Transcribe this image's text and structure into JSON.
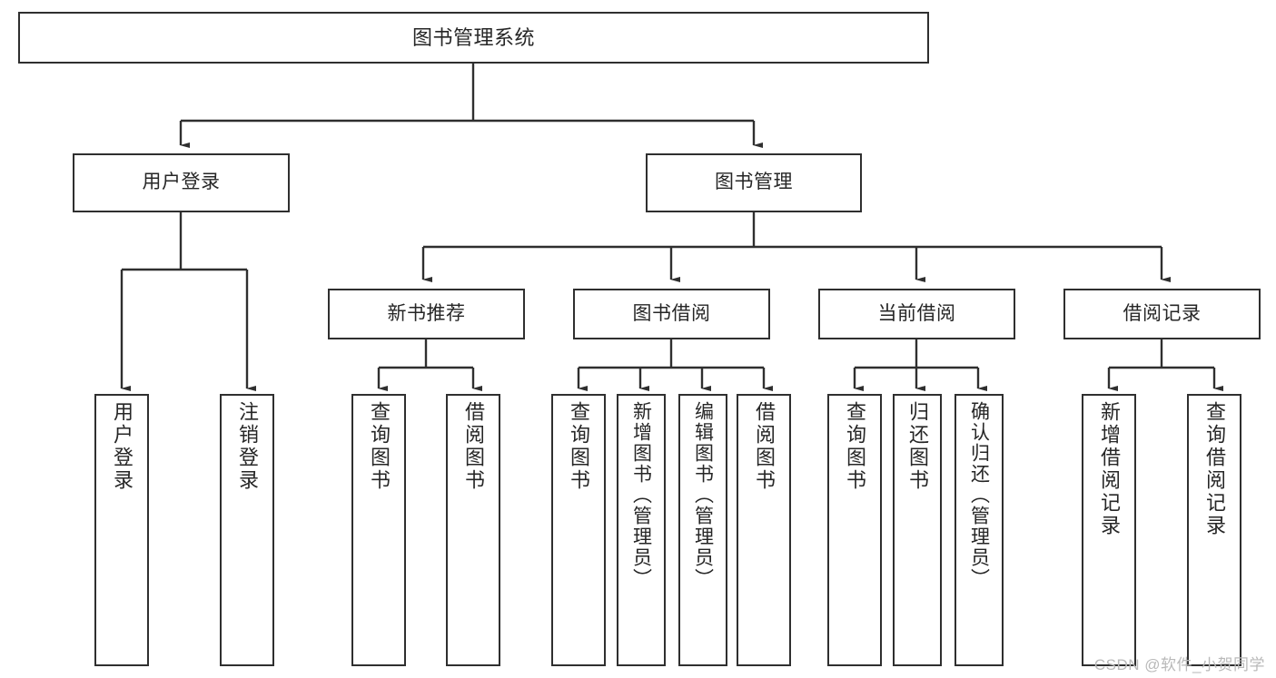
{
  "diagram": {
    "type": "tree-hierarchy-chart",
    "title": "图书管理系统",
    "root": {
      "label": "图书管理系统"
    },
    "level2": [
      {
        "label": "用户登录"
      },
      {
        "label": "图书管理"
      }
    ],
    "level3": [
      {
        "label": "新书推荐"
      },
      {
        "label": "图书借阅"
      },
      {
        "label": "当前借阅"
      },
      {
        "label": "借阅记录"
      }
    ],
    "leaves": [
      {
        "label": "用户登录",
        "parent": "用户登录"
      },
      {
        "label": "注销登录",
        "parent": "用户登录"
      },
      {
        "label": "查询图书",
        "parent": "新书推荐"
      },
      {
        "label": "借阅图书",
        "parent": "新书推荐"
      },
      {
        "label": "查询图书",
        "parent": "图书借阅"
      },
      {
        "label": "新增图书（管理员）",
        "parent": "图书借阅"
      },
      {
        "label": "编辑图书（管理员）",
        "parent": "图书借阅"
      },
      {
        "label": "借阅图书",
        "parent": "图书借阅"
      },
      {
        "label": "查询图书",
        "parent": "当前借阅"
      },
      {
        "label": "归还图书",
        "parent": "当前借阅"
      },
      {
        "label": "确认归还（管理员）",
        "parent": "当前借阅"
      },
      {
        "label": "新增借阅记录",
        "parent": "借阅记录"
      },
      {
        "label": "查询借阅记录",
        "parent": "借阅记录"
      }
    ]
  },
  "watermark": {
    "text": "CSDN @软件_小贺同学"
  },
  "colors": {
    "box_border": "#2f2f2f",
    "box_fill": "#ffffff",
    "text": "#262626",
    "connector": "#2f2f2f",
    "watermark": "#b9b9b9",
    "background": "#ffffff"
  }
}
